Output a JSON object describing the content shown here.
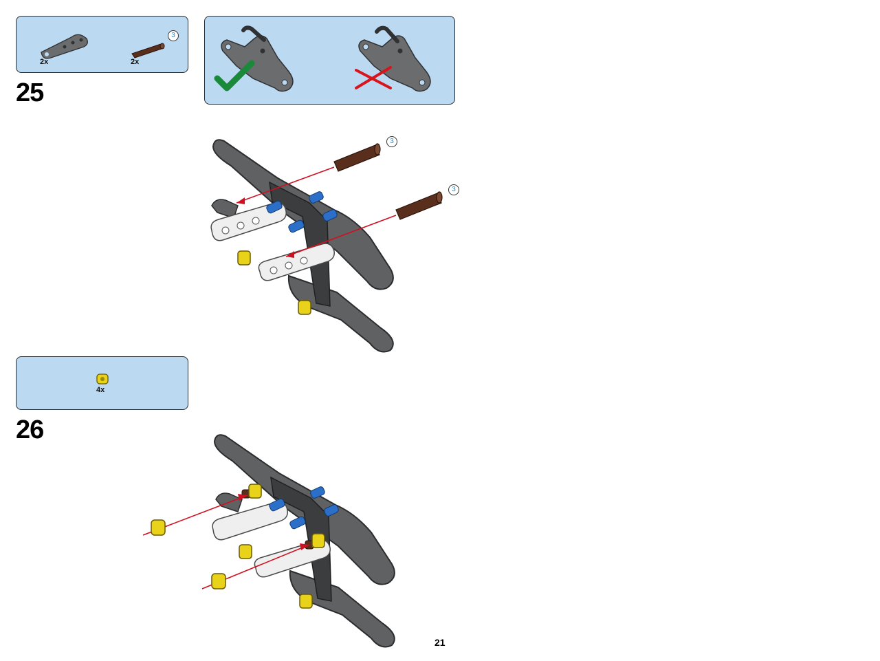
{
  "page": {
    "number": "21"
  },
  "steps": [
    {
      "number": "25",
      "parts": [
        {
          "name": "dark-gray-liftarm-bent",
          "quantity": "2x"
        },
        {
          "name": "brown-axle-pin",
          "quantity": "2x",
          "length": "3"
        }
      ],
      "callout": {
        "correct_icon": "check-icon",
        "incorrect_icon": "cross-icon"
      },
      "model_badges": [
        "3",
        "3"
      ]
    },
    {
      "number": "26",
      "parts": [
        {
          "name": "yellow-bush",
          "quantity": "4x"
        }
      ]
    }
  ],
  "colors": {
    "panel": "#bcd9f2",
    "dark_gray": "#5f6163",
    "brown": "#5a2e1c",
    "yellow": "#e8d21a",
    "blue": "#2c6fc9",
    "check": "#1a8a3a",
    "cross": "#d8141c",
    "arrow": "#d01020",
    "badge_text": "#2a8fd0"
  }
}
